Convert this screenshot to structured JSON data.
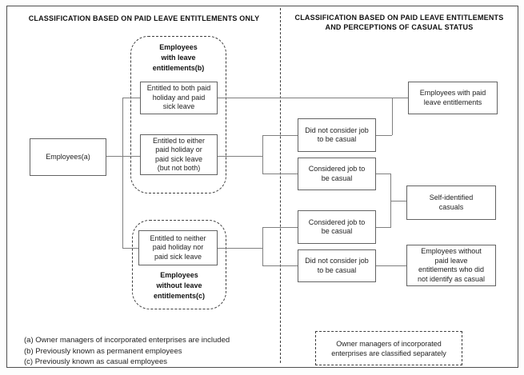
{
  "titles": {
    "left": "CLASSIFICATION BASED ON PAID LEAVE ENTITLEMENTS ONLY",
    "right": "CLASSIFICATION BASED ON PAID LEAVE ENTITLEMENTS\nAND PERCEPTIONS OF CASUAL STATUS"
  },
  "nodes": {
    "employees": "Employees(a)",
    "entitled_both": "Entitled to both paid\nholiday and paid\nsick leave",
    "entitled_either": "Entitled to either\npaid holiday or\npaid sick leave\n(but not both)",
    "entitled_neither": "Entitled to neither\npaid holiday nor\npaid sick leave",
    "did_not_consider_top": "Did not consider job\nto be casual",
    "considered_top": "Considered job to\nbe casual",
    "considered_bottom": "Considered job to\nbe casual",
    "did_not_consider_bottom": "Did not consider job\nto be casual",
    "employees_with_paid": "Employees with paid\nleave entitlements",
    "self_identified": "Self-identified\ncasuals",
    "employees_without_paid": "Employees without\npaid leave\nentitlements who did\nnot identify as casual"
  },
  "groups": {
    "with_leave": {
      "label": "Employees\nwith leave\nentitlements(b)"
    },
    "without_leave": {
      "label": "Employees\nwithout leave\nentitlements(c)"
    }
  },
  "footnotes": [
    "(a) Owner managers of incorporated enterprises are included",
    "(b) Previously known as permanent employees",
    "(c) Previously known as casual employees"
  ],
  "note_box": {
    "text": "Owner managers of incorporated\nenterprises are classified separately"
  },
  "colors": {
    "connector": "#7f7f7f",
    "box_border": "#636363",
    "dashed_border": "#3f3f3f",
    "text": "#1f1f1f",
    "background": "#ffffff"
  }
}
